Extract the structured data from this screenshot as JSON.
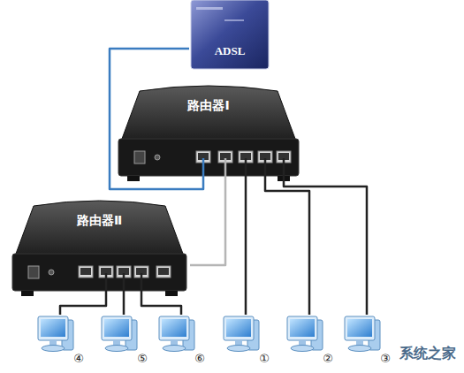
{
  "diagram": {
    "nodes": [
      {
        "text": [
          "ADSL"
        ]
      },
      {
        "text": [
          "路由器Ⅰ"
        ]
      },
      {
        "text": [
          "路由器Ⅱ"
        ]
      },
      {
        "text": [
          "④"
        ]
      },
      {
        "text": [
          "⑤"
        ]
      },
      {
        "text": [
          "⑥"
        ]
      },
      {
        "text": [
          "①"
        ]
      },
      {
        "text": [
          "②"
        ]
      },
      {
        "text": [
          "③"
        ]
      }
    ],
    "edges": [
      {
        "from": 0,
        "to": 1,
        "arrow": "none"
      },
      {
        "from": 1,
        "to": 2,
        "arrow": "none"
      },
      {
        "from": 2,
        "to": 3,
        "arrow": "none"
      },
      {
        "from": 2,
        "to": 4,
        "arrow": "none"
      },
      {
        "from": 2,
        "to": 5,
        "arrow": "none"
      },
      {
        "from": 1,
        "to": 6,
        "arrow": "none"
      },
      {
        "from": 1,
        "to": 7,
        "arrow": "none"
      },
      {
        "from": 1,
        "to": 8,
        "arrow": "none"
      }
    ],
    "labels": [
      "系统之家"
    ]
  }
}
